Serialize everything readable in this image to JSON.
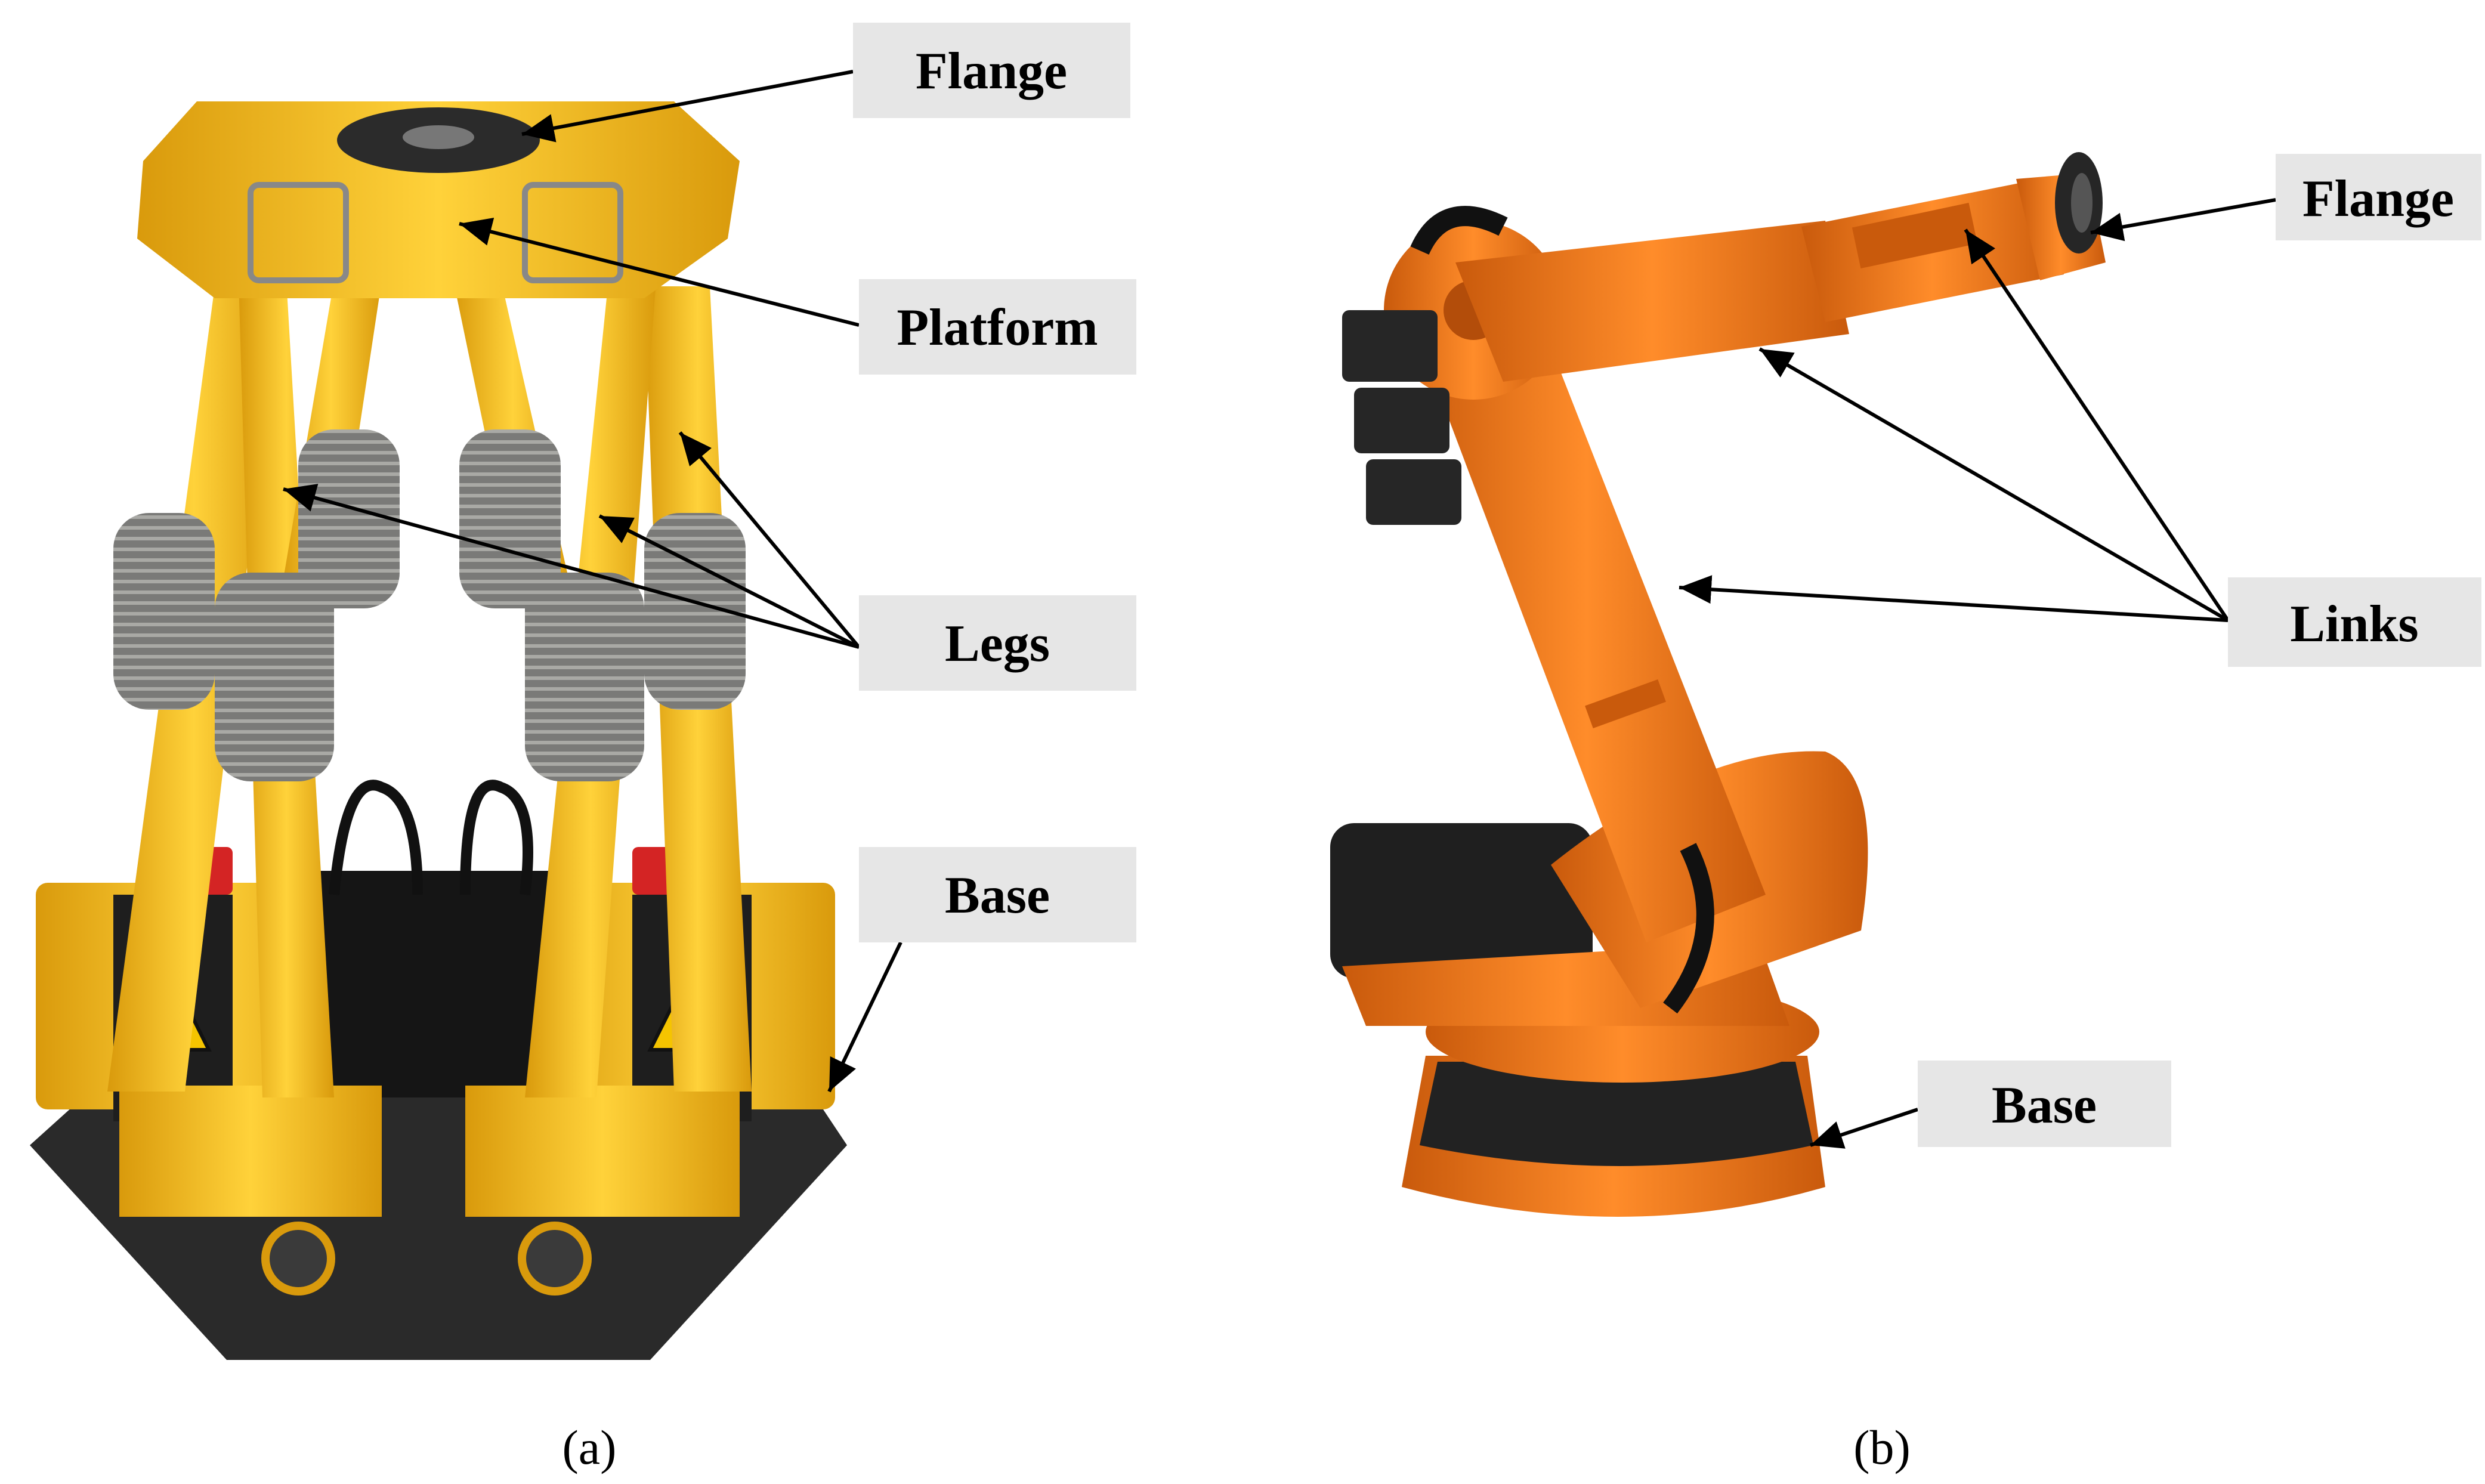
{
  "panel_a": {
    "caption": "(a)",
    "labels": {
      "flange": "Flange",
      "platform": "Platform",
      "legs": "Legs",
      "base": "Base"
    }
  },
  "panel_b": {
    "caption": "(b)",
    "labels": {
      "flange": "Flange",
      "links": "Links",
      "base": "Base"
    }
  },
  "colors": {
    "parallel_robot": "#f2b91c",
    "serial_robot": "#ef7a1a",
    "label_background": "#e6e6e6"
  }
}
